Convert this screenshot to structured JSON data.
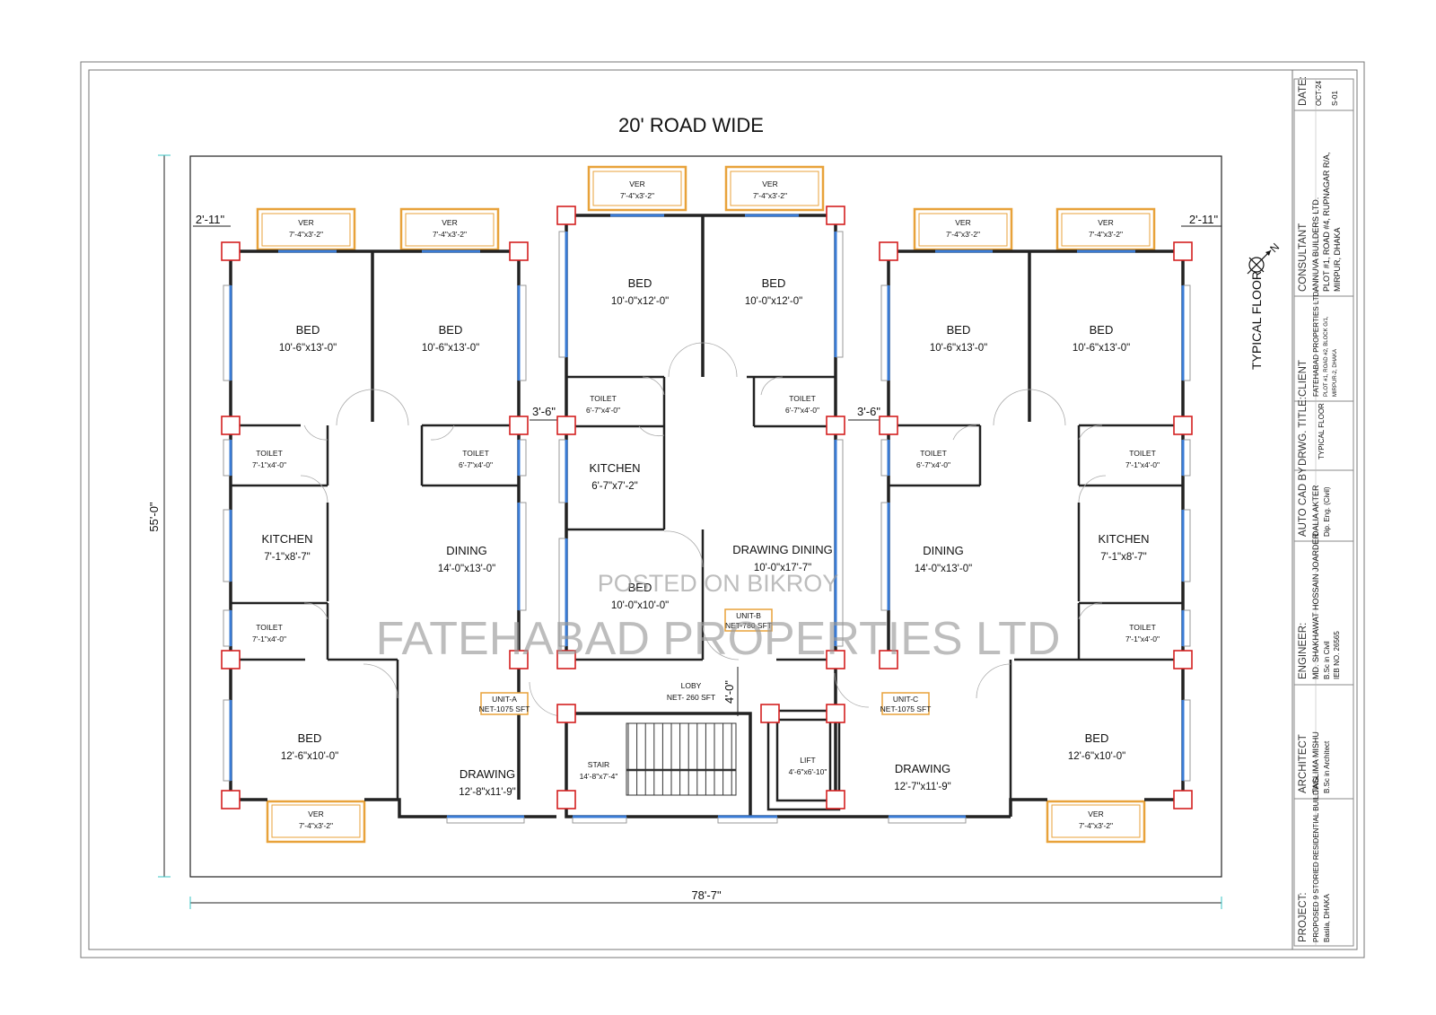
{
  "road_label": "20' ROAD WIDE",
  "floor_label": "TYPICAL FLOOR",
  "north_label": "N",
  "dimensions": {
    "total_width": "78'-7\"",
    "total_depth": "55'-0\"",
    "left_setback": "2'-11\"",
    "right_setback": "2'-11\"",
    "left_gap": "3'-6\"",
    "right_gap": "3'-6\"",
    "lobby_depth": "4'-0\""
  },
  "rooms": {
    "a_bed1": {
      "label": "BED",
      "size": "10'-6\"x13'-0\""
    },
    "a_bed2": {
      "label": "BED",
      "size": "10'-6\"x13'-0\""
    },
    "a_toilet1": {
      "label": "TOILET",
      "size": "7'-1\"x4'-0\""
    },
    "a_toilet2": {
      "label": "TOILET",
      "size": "6'-7\"x4'-0\""
    },
    "a_kitchen": {
      "label": "KITCHEN",
      "size": "7'-1\"x8'-7\""
    },
    "a_dining": {
      "label": "DINING",
      "size": "14'-0\"x13'-0\""
    },
    "a_toilet3": {
      "label": "TOILET",
      "size": "7'-1\"x4'-0\""
    },
    "a_bed3": {
      "label": "BED",
      "size": "12'-6\"x10'-0\""
    },
    "a_drawing": {
      "label": "DRAWING",
      "size": "12'-8\"x11'-9\""
    },
    "a_ver1": {
      "label": "VER",
      "size": "7'-4\"x3'-2\""
    },
    "a_ver2": {
      "label": "VER",
      "size": "7'-4\"x3'-2\""
    },
    "a_ver3": {
      "label": "VER",
      "size": "7'-4\"x3'-2\""
    },
    "b_bed1": {
      "label": "BED",
      "size": "10'-0\"x12'-0\""
    },
    "b_bed2": {
      "label": "BED",
      "size": "10'-0\"x12'-0\""
    },
    "b_toilet1": {
      "label": "TOILET",
      "size": "6'-7\"x4'-0\""
    },
    "b_toilet2": {
      "label": "TOILET",
      "size": "6'-7\"x4'-0\""
    },
    "b_kitchen": {
      "label": "KITCHEN",
      "size": "6'-7\"x7'-2\""
    },
    "b_drawing_dining": {
      "label": "DRAWING DINING",
      "size": "10'-0\"x17'-7\""
    },
    "b_bed3": {
      "label": "BED",
      "size": "10'-0\"x10'-0\""
    },
    "b_ver1": {
      "label": "VER",
      "size": "7'-4\"x3'-2\""
    },
    "b_ver2": {
      "label": "VER",
      "size": "7'-4\"x3'-2\""
    },
    "c_bed1": {
      "label": "BED",
      "size": "10'-6\"x13'-0\""
    },
    "c_bed2": {
      "label": "BED",
      "size": "10'-6\"x13'-0\""
    },
    "c_toilet1": {
      "label": "TOILET",
      "size": "6'-7\"x4'-0\""
    },
    "c_toilet2": {
      "label": "TOILET",
      "size": "7'-1\"x4'-0\""
    },
    "c_dining": {
      "label": "DINING",
      "size": "14'-0\"x13'-0\""
    },
    "c_kitchen": {
      "label": "KITCHEN",
      "size": "7'-1\"x8'-7\""
    },
    "c_toilet3": {
      "label": "TOILET",
      "size": "7'-1\"x4'-0\""
    },
    "c_drawing": {
      "label": "DRAWING",
      "size": "12'-7\"x11'-9\""
    },
    "c_bed3": {
      "label": "BED",
      "size": "12'-6\"x10'-0\""
    },
    "c_ver1": {
      "label": "VER",
      "size": "7'-4\"x3'-2\""
    },
    "c_ver2": {
      "label": "VER",
      "size": "7'-4\"x3'-2\""
    },
    "c_ver3": {
      "label": "VER",
      "size": "7'-4\"x3'-2\""
    },
    "lobby": {
      "label": "LOBY",
      "size": "NET- 260 SFT"
    },
    "stair": {
      "label": "STAIR",
      "size": "14'-8\"x7'-4\""
    },
    "lift": {
      "label": "LIFT",
      "size": "4'-6\"x6'-10\""
    }
  },
  "units": {
    "a": {
      "name": "UNIT-A",
      "area": "NET-1075 SFT"
    },
    "b": {
      "name": "UNIT-B",
      "area": "NET-780 SFT"
    },
    "c": {
      "name": "UNIT-C",
      "area": "NET-1075 SFT"
    }
  },
  "watermark": {
    "company": "FATEHABAD PROPERTIES LTD",
    "posted": "POSTED ON BIKROY"
  },
  "title_block": {
    "project_h": "PROJECT:",
    "project_1": "PROPOSED 9 STORIED RESIDENTIAL BUILDING",
    "project_2": "Basila, DHAKA",
    "architect_h": "ARCHITECT",
    "architect_1": "TASLIMA MISHU",
    "architect_2": "B.Sc in Architect",
    "engineer_h": "ENGINEER:",
    "engineer_1": "MD. SHAKHAWAT HOSSAIN JOARDER",
    "engineer_2": "B.Sc in Civil",
    "engineer_3": "IEB NO. 26565",
    "cad_h": "AUTO CAD BY",
    "cad_1": "DALIA AKTER",
    "cad_2": "Dip. Eng. (Civil)",
    "dwg_h": "DRWG. TITLE:",
    "dwg_1": "TYPICAL FLOOR",
    "client_h": "CLIENT",
    "client_1": "FATEHABAD PROPERTIES LTD.",
    "client_2": "PLOT #1, ROAD #2, BLOCK G/1,",
    "client_3": "MIRPUR-2, DHAKA",
    "consultant_h": "CONSULTANT",
    "consultant_1": "ANNUVA BUILDERS LTD.",
    "consultant_2": "PLOT #1, ROAD #4, RUPNAGAR R/A,",
    "consultant_3": "MIRPUR, DHAKA",
    "date_h": "DATE:",
    "date_1": "OCT-24",
    "date_2": "S-01"
  }
}
